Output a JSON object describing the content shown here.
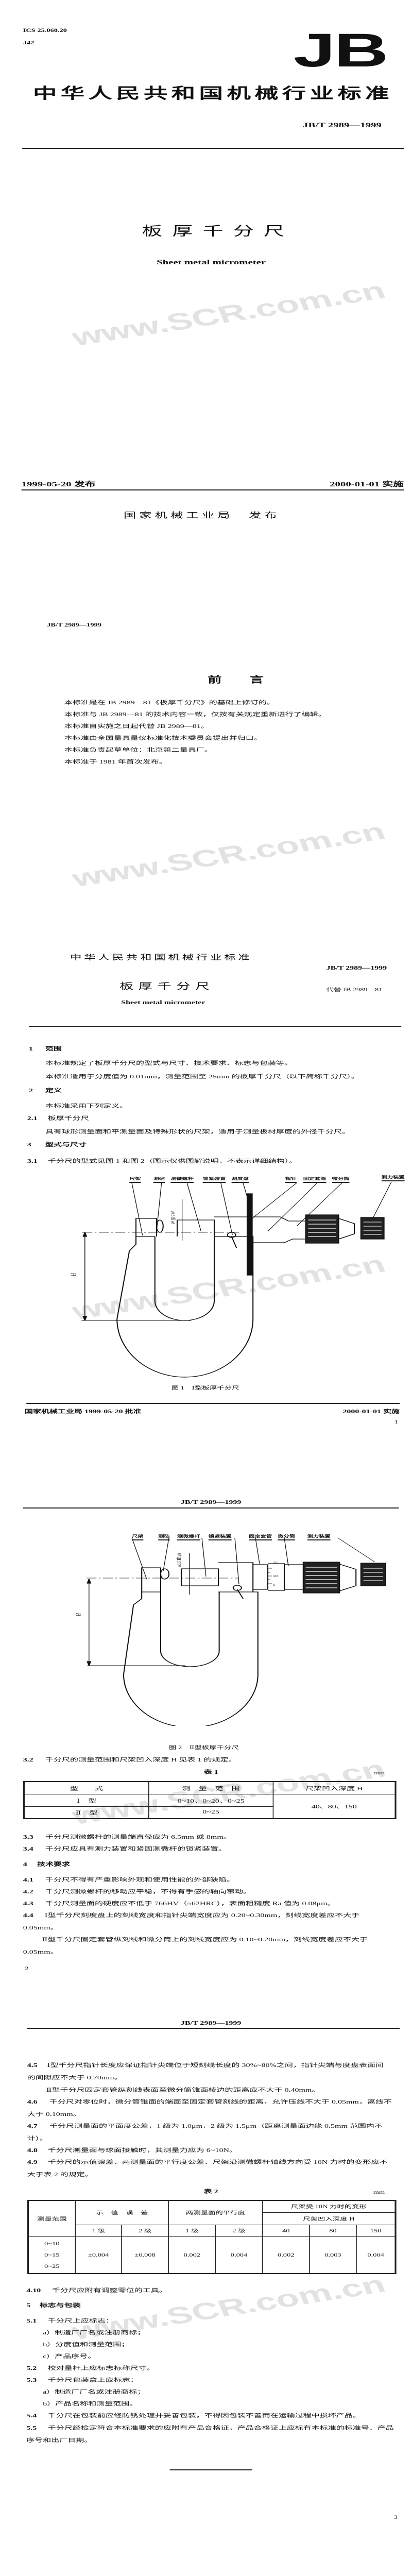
{
  "watermark": "www.SCR.com.cn",
  "cover": {
    "ics": "ICS 25.060.20",
    "class_code": "J42",
    "logo": "JB",
    "title": "中华人民共和国机械行业标准",
    "std_no": "JB/T 2989—1999",
    "doc_title": "板厚千分尺",
    "doc_title_en": "Sheet metal micrometer",
    "issue_date": "1999-05-20 发布",
    "impl_date": "2000-01-01 实施",
    "issuer": "国家机械工业局　发布"
  },
  "foreword": {
    "header": "JB/T 2989—1999",
    "title": "前　　言",
    "paragraphs": [
      "本标准是在 JB 2989—81《板厚千分尺》的基础上修订的。",
      "本标准与 JB 2989—81 的技术内容一致，仅按有关规定重新进行了编辑。",
      "本标准自实施之日起代替 JB 2989—81。",
      "本标准由全国量具量仪标准化技术委员会提出并归口。",
      "本标准负责起草单位：北京第二量具厂。",
      "本标准于 1981 年首次发布。"
    ]
  },
  "page1": {
    "org_title": "中华人民共和国机械行业标准",
    "std_no": "JB/T 2989—1999",
    "doc_title": "板厚千分尺",
    "replaces": "代替 JB 2989—81",
    "doc_title_en": "Sheet metal micrometer",
    "s1": {
      "num": "1",
      "title": "范围",
      "p": [
        "本标准规定了板厚千分尺的型式与尺寸、技术要求、标志与包装等。",
        "本标准适用于分度值为 0.01mm，测量范围至 25mm 的板厚千分尺（以下简称千分尺）。"
      ]
    },
    "s2": {
      "num": "2",
      "title": "定义",
      "p": "本标准采用下列定义。",
      "s21_num": "2.1",
      "s21_title": "板厚千分尺",
      "s21_text": "具有球形测量面和平测量面及特殊形状的尺架，适用于测量板材厚度的外径千分尺。"
    },
    "s3": {
      "num": "3",
      "title": "型式与尺寸",
      "s31_num": "3.1",
      "s31_text": "千分尺的型式见图 1 和图 2（图示仅供图解说明，不表示详细结构）。"
    },
    "fig1": {
      "labels": [
        "尺架",
        "测砧",
        "测微螺杆",
        "锁紧装置",
        "测度盘",
        "指针",
        "固定套管",
        "微分筒",
        "测力装置"
      ],
      "dim_h": "H",
      "dim_d": "φ6.5 或 φ8",
      "caption": "图 1　Ⅰ型板厚千分尺"
    },
    "footer_left": "国家机械工业局 1999-05-20 批准",
    "footer_right": "2000-01-01 实施",
    "page_no": "1"
  },
  "page2": {
    "header": "JB/T 2989—1999",
    "fig2": {
      "labels": [
        "尺架",
        "测砧",
        "测微螺杆",
        "锁紧装置",
        "固定套管",
        "微分筒",
        "测力装置"
      ],
      "scale": [
        "15",
        "10",
        "5"
      ],
      "dim_h": "H",
      "dim_d": "φ6.5 或 φ8",
      "caption": "图 2　Ⅱ型板厚千分尺"
    },
    "s32_num": "3.2",
    "s32_text": "千分尺的测量范围和尺架凹入深度 H 见表 1 的规定。",
    "table1": {
      "title": "表 1",
      "unit": "mm",
      "headers": [
        "型　　式",
        "测　量　范　围",
        "尺架凹入深度 H"
      ],
      "rows": [
        [
          "Ⅰ　型",
          "0~10、0~20、0~25"
        ],
        [
          "Ⅱ　型",
          "0~25"
        ]
      ],
      "depth": "40、80、150"
    },
    "s33_num": "3.3",
    "s33_text": "千分尺测微螺杆的测量端直径应为 6.5mm 或 8mm。",
    "s34_num": "3.4",
    "s34_text": "千分尺应具有测力装置和紧固测微杆的锁紧装置。",
    "s4_num": "4",
    "s4_title": "技术要求",
    "s41_num": "4.1",
    "s41_text": "千分尺不得有严重影响外观和使用性能的外部缺陷。",
    "s42_num": "4.2",
    "s42_text": "千分尺测微螺杆的移动应平稳，不得有手感的轴向窜动。",
    "s43_num": "4.3",
    "s43_text": "千分尺测量面的硬度应不低于 766HV（≈62HRC），表面粗糙度 Ra 值为 0.08μm。",
    "s44_num": "4.4",
    "s44_text": "Ⅰ型千分尺刻度盘上的刻线宽度和指针尖端宽度应为 0.20~0.30mm，刻线宽度差应不大于",
    "s44_cont": "0.05mm。",
    "s44b_text": "Ⅱ型千分尺固定套管纵刻线和微分筒上的刻线宽度应为 0.10~0.20mm，刻线宽度差应不大于",
    "s44b_cont": "0.05mm。",
    "page_no": "2"
  },
  "page3": {
    "header": "JB/T 2989—1999",
    "s45_num": "4.5",
    "s45_text": "Ⅰ型千分尺指针长度应保证指针尖端位于短刻线长度的 30%~80%之间，指针尖端与度盘表面间",
    "s45_cont": "的间隙应不大于 0.70mm。",
    "s45b_text": "Ⅱ型千分尺固定套管纵刻线表面至微分筒锥面棱边的距离应不大于 0.40mm。",
    "s46_num": "4.6",
    "s46_text": "千分尺对零位时，微分筒锥面的端面至固定套管刻线的距离，允许压线不大于 0.05mm，离线不",
    "s46_cont": "大于 0.10mm。",
    "s47_num": "4.7",
    "s47_text": "千分尺测量面的平面度公差，1 级为 1.0μm，2 级为 1.5μm（距离测量面边缘 0.5mm 范围内不",
    "s47_cont": "计）。",
    "s48_num": "4.8",
    "s48_text": "千分尺测量面与球面接触时，其测量力应为 6~10N。",
    "s49_num": "4.9",
    "s49_text": "千分尺的示值误差、两测量面的平行度公差、尺架沿测微螺杆轴线方向受 10N 力时的变形应不",
    "s49_cont": "大于表 2 的规定。",
    "table2": {
      "title": "表 2",
      "unit": "mm",
      "h_range": "测量范围",
      "h_error": "示　值　误　差",
      "h_parallel": "两测量面的平行度",
      "h_deform": "尺架受 10N 力时的变形",
      "h_depth": "尺架凹入深度 H",
      "grades": [
        "1 级",
        "2 级",
        "1 级",
        "2 级"
      ],
      "depths": [
        "40",
        "80",
        "150"
      ],
      "ranges": [
        "0~10",
        "0~15",
        "0~25"
      ],
      "values": [
        "±0.004",
        "±0.008",
        "0.002",
        "0.004",
        "0.002",
        "0.003",
        "0.004"
      ]
    },
    "s410_num": "4.10",
    "s410_text": "千分尺应附有调整零位的工具。",
    "s5_num": "5",
    "s5_title": "标志与包装",
    "s51_num": "5.1",
    "s51_text": "千分尺上应标志：",
    "s51_items": [
      "a）制造厂厂名或注册商标；",
      "b）分度值和测量范围；",
      "c）产品序号。"
    ],
    "s52_num": "5.2",
    "s52_text": "校对量杆上应标志标称尺寸。",
    "s53_num": "5.3",
    "s53_text": "千分尺包装盒上应标志：",
    "s53_items": [
      "a）制造厂厂名或注册商标；",
      "b）产品名称和测量范围。"
    ],
    "s54_num": "5.4",
    "s54_text": "千分尺在包装前应经防锈处理并妥善包装，不得因包装不善而在运输过程中损坏产品。",
    "s55_num": "5.5",
    "s55_text": "千分尺经检定符合本标准要求的应附有产品合格证，产品合格证上应标有本标准的标准号、产品",
    "s55_cont": "序号和出厂日期。",
    "page_no": "3"
  }
}
